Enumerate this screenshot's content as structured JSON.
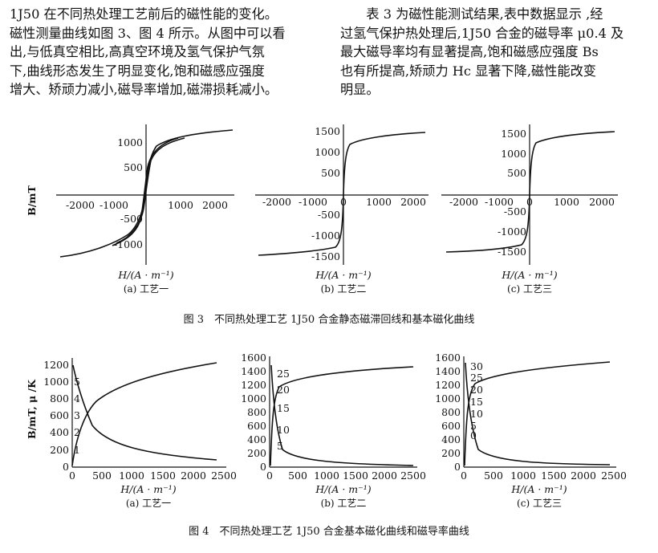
{
  "text": {
    "left": [
      "1J50 在不同热处理工艺前后的磁性能的变化。",
      "磁性测量曲线如图 3、图 4 所示。从图中可以看",
      "出,与低真空相比,高真空环境及氢气保护气氛",
      "下,曲线形态发生了明显变化,饱和磁感应强度",
      "增大、矫顽力减小,磁导率增加,磁滞损耗减小。"
    ],
    "right": [
      "表 3 为磁性能测试结果,表中数据显示 ,经",
      "过氢气保护热处理后,1J50 合金的磁导率 μ0.4 及",
      "最大磁导率均有显著提高,饱和磁感应强度 Bs",
      "也有所提高,矫顽力 Hc 显著下降,磁性能改变",
      "明显。"
    ]
  },
  "fig3": {
    "caption": "图 3　不同热处理工艺 1J50 合金静态磁滞回线和基本磁化曲线",
    "ylabel": "B/mT",
    "xlabel": "H/(A · m⁻¹)",
    "panels": [
      {
        "label": "(a) 工艺一",
        "xticks": [
          "-2000",
          "-1000",
          "1000",
          "2000"
        ],
        "yticks": [
          "1000",
          "500",
          "-500",
          "-1000"
        ]
      },
      {
        "label": "(b) 工艺二",
        "xticks": [
          "-2000",
          "-1000",
          "0",
          "1000",
          "2000"
        ],
        "yticks": [
          "1500",
          "1000",
          "500",
          "-500",
          "-1000",
          "-1500"
        ]
      },
      {
        "label": "(c) 工艺三",
        "xticks": [
          "-2000",
          "-1000",
          "0",
          "1000",
          "2000"
        ],
        "yticks": [
          "1500",
          "1000",
          "500",
          "-500",
          "-1000",
          "-1500"
        ]
      }
    ]
  },
  "fig4": {
    "caption": "图 4　不同热处理工艺 1J50 合金基本磁化曲线和磁导率曲线",
    "ylabel": "B/mT, μ /K",
    "xlabel": "H/(A · m⁻¹)",
    "panels": [
      {
        "label": "(a) 工艺一",
        "xticks": [
          "0",
          "500",
          "1000",
          "1500",
          "2000",
          "2500"
        ],
        "yticks": [
          "0",
          "200",
          "400",
          "600",
          "800",
          "1000",
          "1200"
        ],
        "muticks": [
          "1",
          "2",
          "3",
          "4",
          "5"
        ]
      },
      {
        "label": "(b) 工艺二",
        "xticks": [
          "0",
          "500",
          "1000",
          "1500",
          "2000",
          "2500"
        ],
        "yticks": [
          "0",
          "200",
          "400",
          "600",
          "800",
          "1000",
          "1200",
          "1400",
          "1600"
        ],
        "muticks": [
          "5",
          "10",
          "15",
          "20",
          "25"
        ]
      },
      {
        "label": "(c) 工艺三",
        "xticks": [
          "0",
          "500",
          "1000",
          "1500",
          "2000",
          "2500"
        ],
        "yticks": [
          "0",
          "200",
          "400",
          "600",
          "800",
          "1000",
          "1200",
          "1400",
          "1600"
        ],
        "muticks": [
          "0",
          "5",
          "10",
          "15",
          "20",
          "25",
          "30"
        ]
      }
    ]
  },
  "chart_data": [
    {
      "type": "line",
      "title": "(a) 工艺一",
      "xlabel": "H/(A · m⁻¹)",
      "ylabel": "B/mT",
      "xlim": [
        -2400,
        2600
      ],
      "ylim": [
        -1300,
        1300
      ],
      "series": [
        {
          "values": [
            [
              -2500,
              -1200
            ],
            [
              -1500,
              -1080
            ],
            [
              -1000,
              -980
            ],
            [
              -500,
              -760
            ],
            [
              -200,
              -450
            ],
            [
              0,
              0
            ],
            [
              200,
              450
            ],
            [
              500,
              760
            ],
            [
              1000,
              980
            ],
            [
              1500,
              1080
            ],
            [
              2500,
              1200
            ]
          ]
        }
      ]
    },
    {
      "type": "line",
      "title": "(b) 工艺二",
      "xlabel": "H/(A · m⁻¹)",
      "ylabel": "B/mT",
      "xlim": [
        -2400,
        2600
      ],
      "ylim": [
        -1700,
        1700
      ],
      "series": [
        {
          "values": [
            [
              -2500,
              -1480
            ],
            [
              -1500,
              -1420
            ],
            [
              -500,
              -1330
            ],
            [
              -50,
              -1050
            ],
            [
              0,
              0
            ],
            [
              50,
              1050
            ],
            [
              500,
              1330
            ],
            [
              1500,
              1420
            ],
            [
              2500,
              1480
            ]
          ]
        }
      ]
    },
    {
      "type": "line",
      "title": "(c) 工艺三",
      "xlabel": "H/(A · m⁻¹)",
      "ylabel": "B/mT",
      "xlim": [
        -2400,
        2600
      ],
      "ylim": [
        -1700,
        1700
      ],
      "series": [
        {
          "values": [
            [
              -2500,
              -1560
            ],
            [
              -1500,
              -1500
            ],
            [
              -500,
              -1400
            ],
            [
              -50,
              -1100
            ],
            [
              0,
              0
            ],
            [
              50,
              1100
            ],
            [
              500,
              1400
            ],
            [
              1500,
              1500
            ],
            [
              2500,
              1560
            ]
          ]
        }
      ]
    },
    {
      "type": "line",
      "title": "(a) 工艺一",
      "xlabel": "H/(A · m⁻¹)",
      "ylabel": "B/mT, μ /K",
      "xlim": [
        0,
        2500
      ],
      "ylim": [
        0,
        1300
      ],
      "series": [
        {
          "values": [
            [
              0,
              0
            ],
            [
              50,
              350
            ],
            [
              200,
              600
            ],
            [
              500,
              800
            ],
            [
              1000,
              1000
            ],
            [
              1500,
              1110
            ],
            [
              2000,
              1180
            ],
            [
              2400,
              1230
            ]
          ]
        },
        {
          "values": [
            [
              0,
              1250
            ],
            [
              50,
              1200
            ],
            [
              200,
              700
            ],
            [
              500,
              330
            ],
            [
              1000,
              180
            ],
            [
              1500,
              130
            ],
            [
              2000,
              100
            ],
            [
              2400,
              80
            ]
          ]
        }
      ]
    },
    {
      "type": "line",
      "title": "(b) 工艺二",
      "xlabel": "H/(A · m⁻¹)",
      "ylabel": "B/mT, μ /K",
      "xlim": [
        0,
        2500
      ],
      "ylim": [
        0,
        1600
      ],
      "series": [
        {
          "values": [
            [
              0,
              0
            ],
            [
              30,
              900
            ],
            [
              100,
              1180
            ],
            [
              300,
              1330
            ],
            [
              800,
              1400
            ],
            [
              1500,
              1440
            ],
            [
              2400,
              1460
            ]
          ]
        },
        {
          "values": [
            [
              10,
              1500
            ],
            [
              30,
              1200
            ],
            [
              100,
              500
            ],
            [
              300,
              180
            ],
            [
              800,
              80
            ],
            [
              1500,
              50
            ],
            [
              2400,
              30
            ]
          ]
        }
      ]
    },
    {
      "type": "line",
      "title": "(c) 工艺三",
      "xlabel": "H/(A · m⁻¹)",
      "ylabel": "B/mT, μ /K",
      "xlim": [
        0,
        2500
      ],
      "ylim": [
        0,
        1600
      ],
      "series": [
        {
          "values": [
            [
              0,
              0
            ],
            [
              30,
              900
            ],
            [
              100,
              1200
            ],
            [
              300,
              1350
            ],
            [
              800,
              1450
            ],
            [
              1500,
              1500
            ],
            [
              2400,
              1540
            ]
          ]
        },
        {
          "values": [
            [
              10,
              1560
            ],
            [
              30,
              1200
            ],
            [
              100,
              500
            ],
            [
              300,
              200
            ],
            [
              800,
              100
            ],
            [
              1500,
              60
            ],
            [
              2400,
              40
            ]
          ]
        }
      ]
    }
  ]
}
